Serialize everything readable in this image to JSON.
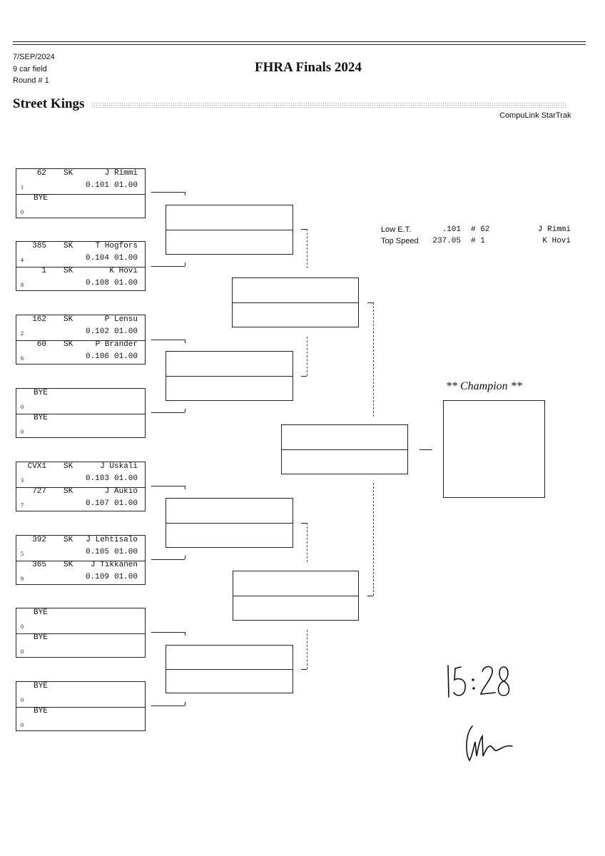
{
  "header": {
    "date": "7/SEP/2024",
    "field": "9 car field",
    "round": "Round # 1",
    "title": "FHRA Finals 2024",
    "class_name": "Street Kings",
    "brand": "CompuLink StarTrak"
  },
  "entries": [
    {
      "top": {
        "num": "62",
        "cls": "SK",
        "driver": "J Rimmi",
        "seed": "1",
        "rt": "0.101",
        "dial": "01.00"
      },
      "bot": {
        "bye": "BYE",
        "seed": "0"
      }
    },
    {
      "top": {
        "num": "385",
        "cls": "SK",
        "driver": "T Hogfors",
        "seed": "4",
        "rt": "0.104",
        "dial": "01.00"
      },
      "bot": {
        "num": "1",
        "cls": "SK",
        "driver": "K Hovi",
        "seed": "8",
        "rt": "0.108",
        "dial": "01.00"
      }
    },
    {
      "top": {
        "num": "162",
        "cls": "SK",
        "driver": "P Lensu",
        "seed": "2",
        "rt": "0.102",
        "dial": "01.00"
      },
      "bot": {
        "num": "60",
        "cls": "SK",
        "driver": "P Brander",
        "seed": "6",
        "rt": "0.106",
        "dial": "01.00"
      }
    },
    {
      "top": {
        "bye": "BYE",
        "seed": "0"
      },
      "bot": {
        "bye": "BYE",
        "seed": "0"
      }
    },
    {
      "top": {
        "num": "CVX1",
        "cls": "SK",
        "driver": "J Uskali",
        "seed": "3",
        "rt": "0.103",
        "dial": "01.00"
      },
      "bot": {
        "num": "727",
        "cls": "SK",
        "driver": "J Aukio",
        "seed": "7",
        "rt": "0.107",
        "dial": "01.00"
      }
    },
    {
      "top": {
        "num": "392",
        "cls": "SK",
        "driver": "J Lehtisalo",
        "seed": "5",
        "rt": "0.105",
        "dial": "01.00"
      },
      "bot": {
        "num": "365",
        "cls": "SK",
        "driver": "J Tikkanen",
        "seed": "9",
        "rt": "0.109",
        "dial": "01.00"
      }
    },
    {
      "top": {
        "bye": "BYE",
        "seed": "0"
      },
      "bot": {
        "bye": "BYE",
        "seed": "0"
      }
    },
    {
      "top": {
        "bye": "BYE",
        "seed": "0"
      },
      "bot": {
        "bye": "BYE",
        "seed": "0"
      }
    }
  ],
  "stats": {
    "low_et": {
      "label": "Low  E.T.",
      "value": ".101",
      "car": "# 62",
      "name": "J Rimmi"
    },
    "top_speed": {
      "label": "Top Speed",
      "value": "237.05",
      "car": "# 1",
      "name": "K Hovi"
    }
  },
  "champion_label": "** Champion **",
  "handwritten": {
    "time": "15:28",
    "signature": "signature"
  }
}
